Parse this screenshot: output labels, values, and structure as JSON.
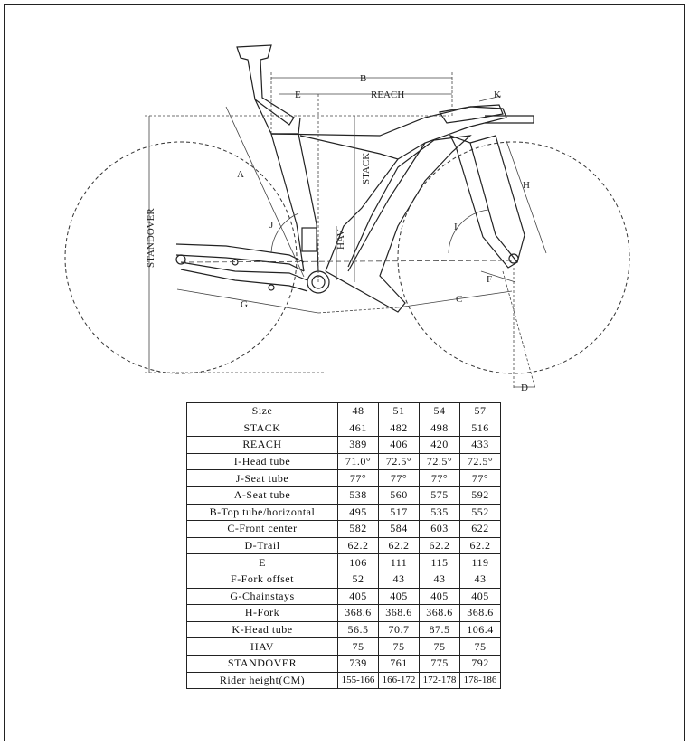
{
  "labels": {
    "B": "B",
    "E": "E",
    "reach": "REACH",
    "K": "K",
    "stack": "STACK",
    "A": "A",
    "J": "J",
    "hav": "HAV",
    "standover": "STANDOVER",
    "G": "G",
    "C": "C",
    "F": "F",
    "H": "H",
    "I": "I",
    "D": "D"
  },
  "table": {
    "header": [
      "Size",
      "48",
      "51",
      "54",
      "57"
    ],
    "rows": [
      [
        "STACK",
        "461",
        "482",
        "498",
        "516"
      ],
      [
        "REACH",
        "389",
        "406",
        "420",
        "433"
      ],
      [
        "I-Head tube",
        "71.0°",
        "72.5°",
        "72.5°",
        "72.5°"
      ],
      [
        "J-Seat tube",
        "77°",
        "77°",
        "77°",
        "77°"
      ],
      [
        "A-Seat tube",
        "538",
        "560",
        "575",
        "592"
      ],
      [
        "B-Top tube/horizontal",
        "495",
        "517",
        "535",
        "552"
      ],
      [
        "C-Front center",
        "582",
        "584",
        "603",
        "622"
      ],
      [
        "D-Trail",
        "62.2",
        "62.2",
        "62.2",
        "62.2"
      ],
      [
        "E",
        "106",
        "111",
        "115",
        "119"
      ],
      [
        "F-Fork offset",
        "52",
        "43",
        "43",
        "43"
      ],
      [
        "G-Chainstays",
        "405",
        "405",
        "405",
        "405"
      ],
      [
        "H-Fork",
        "368.6",
        "368.6",
        "368.6",
        "368.6"
      ],
      [
        "K-Head tube",
        "56.5",
        "70.7",
        "87.5",
        "106.4"
      ],
      [
        "HAV",
        "75",
        "75",
        "75",
        "75"
      ],
      [
        "STANDOVER",
        "739",
        "761",
        "775",
        "792"
      ],
      [
        "Rider height(CM)",
        "155-166",
        "166-172",
        "172-178",
        "178-186"
      ]
    ]
  }
}
